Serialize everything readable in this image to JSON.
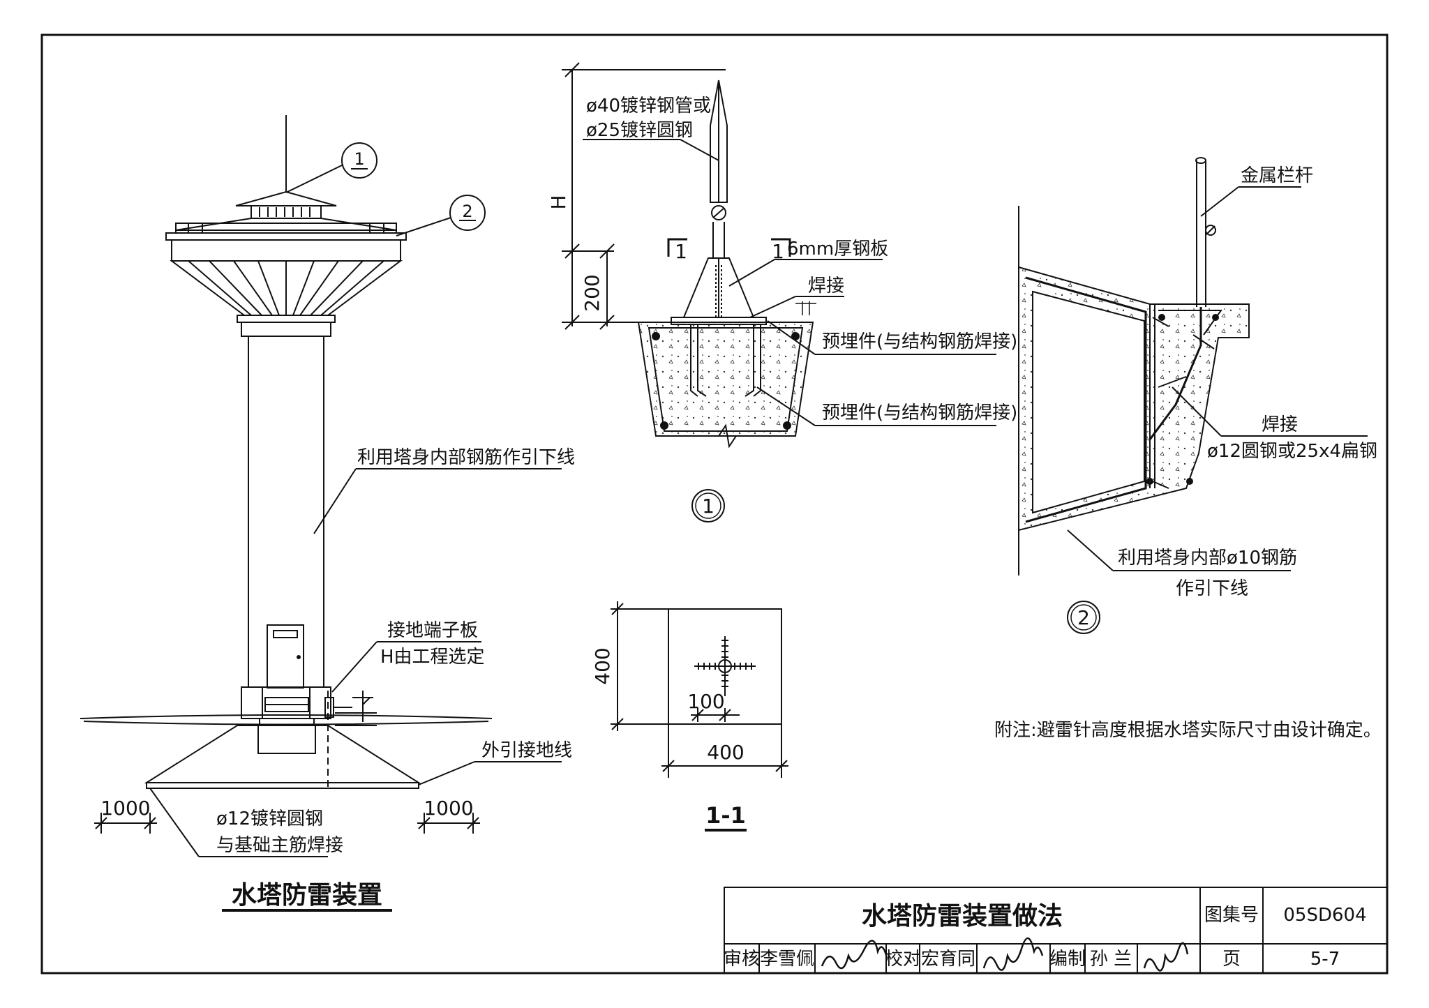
{
  "main_view": {
    "title": "水塔防雷装置",
    "callout_1": "1",
    "callout_2": "2",
    "downlead_note": "利用塔身内部钢筋作引下线",
    "ground_plate_line1": "接地端子板",
    "ground_plate_line2": "H由工程选定",
    "ext_ground_note": "外引接地线",
    "dim_left": "1000",
    "dim_right": "1000",
    "rod_note_line1": "ø12镀锌圆钢",
    "rod_note_line2": "与基础主筋焊接"
  },
  "detail_1": {
    "label": "1",
    "pipe_line1": "ø40镀锌钢管或",
    "pipe_line2": "ø25镀锌圆钢",
    "dim_h": "H",
    "dim_200": "200",
    "section_mark_left": "1",
    "section_mark_right": "1",
    "plate_note": "6mm厚钢板",
    "weld_note": "焊接",
    "embed_note_1": "预埋件(与结构钢筋焊接)",
    "embed_note_2": "预埋件(与结构钢筋焊接)"
  },
  "section_1_1": {
    "title": "1-1",
    "dim_height": "400",
    "dim_width": "400",
    "dim_inner": "100"
  },
  "detail_2": {
    "label": "2",
    "railing_note": "金属栏杆",
    "weld_note": "焊接",
    "rod_note": "ø12圆钢或25x4扁钢",
    "downlead_line1": "利用塔身内部ø10钢筋",
    "downlead_line2": "作引下线"
  },
  "footnote": "附注:避雷针高度根据水塔实际尺寸由设计确定。",
  "title_block": {
    "drawing_title": "水塔防雷装置做法",
    "atlas_label": "图集号",
    "atlas_no": "05SD604",
    "page_label": "页",
    "page_no": "5-7",
    "review_label": "审核",
    "reviewer": "李雪佩",
    "check_label": "校对",
    "checker": "宏育同",
    "compile_label": "编制",
    "compiler": "孙 兰"
  }
}
